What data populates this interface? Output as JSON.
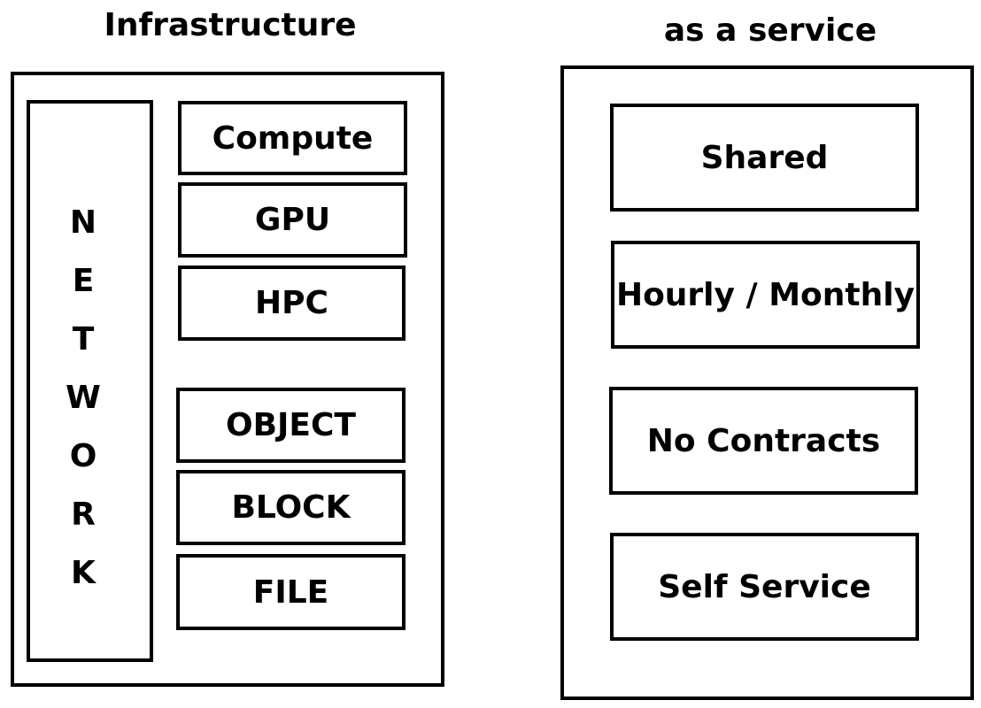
{
  "infrastructure": {
    "title": "Infrastructure",
    "network_letters": [
      "N",
      "E",
      "T",
      "W",
      "O",
      "R",
      "K"
    ],
    "compute_items": [
      "Compute",
      "GPU",
      "HPC"
    ],
    "storage_items": [
      "OBJECT",
      "BLOCK",
      "FILE"
    ]
  },
  "service": {
    "title": "as a service",
    "items": [
      "Shared",
      "Hourly / Monthly",
      "No Contracts",
      "Self Service"
    ]
  }
}
